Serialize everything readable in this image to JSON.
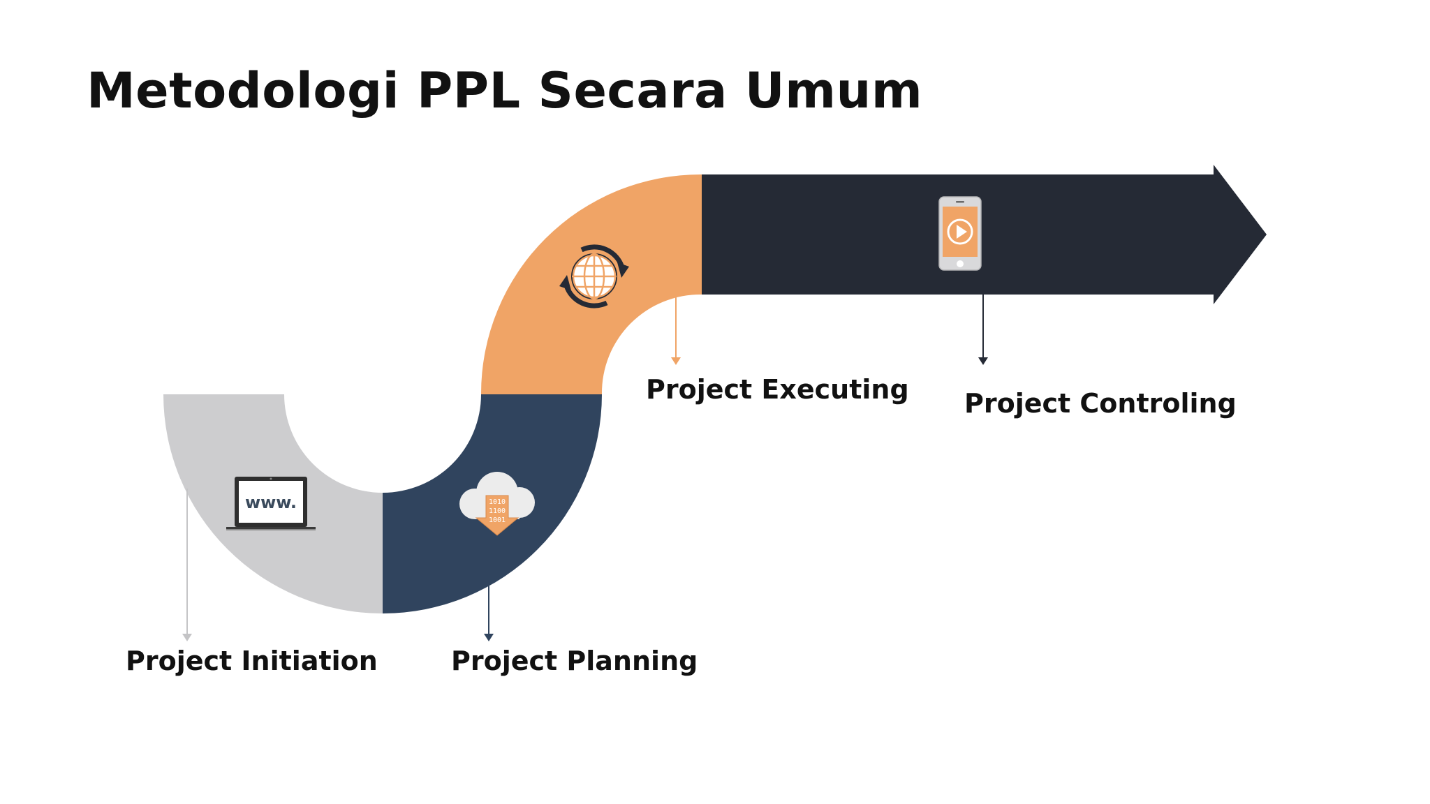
{
  "title": "Metodologi PPL Secara Umum",
  "colors": {
    "initiation": "#cdcdcf",
    "planning": "#30445e",
    "executing": "#f0a466",
    "controling": "#252a35",
    "text": "#111111"
  },
  "steps": [
    {
      "label": "Project Initiation",
      "icon": "laptop-www-icon"
    },
    {
      "label": "Project Planning",
      "icon": "cloud-download-icon"
    },
    {
      "label": "Project Executing",
      "icon": "globe-sync-icon"
    },
    {
      "label": "Project Controling",
      "icon": "smartphone-play-icon"
    }
  ],
  "icon_text": {
    "www": "www.",
    "binary": [
      "1010",
      "1100",
      "1001"
    ]
  }
}
